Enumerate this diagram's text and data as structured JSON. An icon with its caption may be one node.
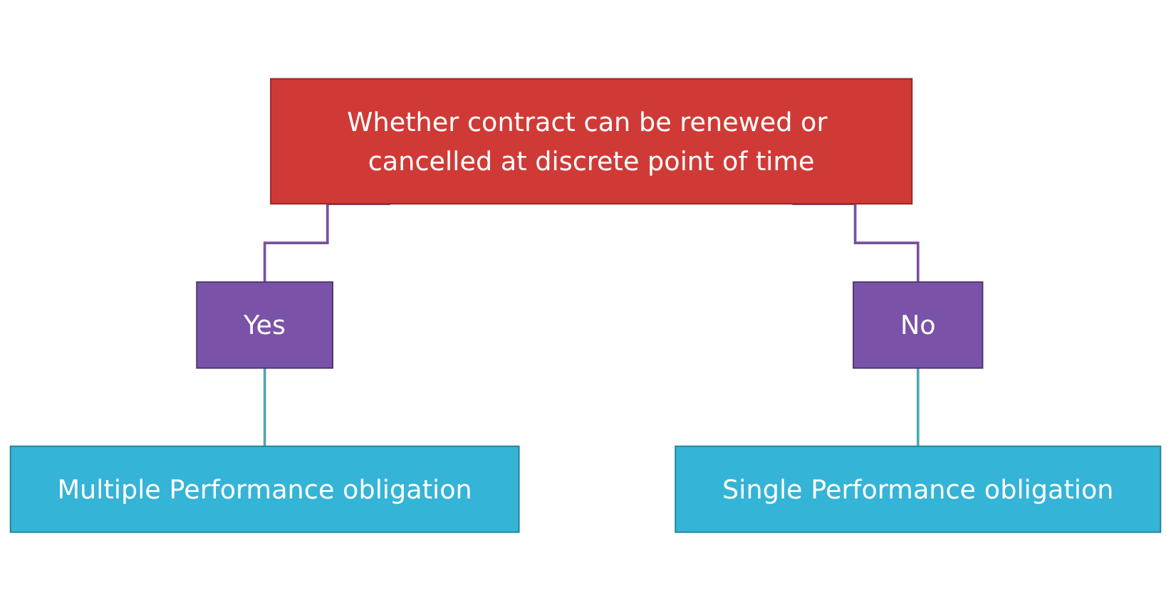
{
  "diagram": {
    "nodes": [
      {
        "text": [
          "Whether contract can be renewed or cancelled at discrete point of time"
        ]
      },
      {
        "text": [
          "Yes"
        ]
      },
      {
        "text": [
          "No"
        ]
      },
      {
        "text": [
          "Multiple Performance obligation"
        ]
      },
      {
        "text": [
          "Single Performance obligation"
        ]
      }
    ],
    "edges": [
      {
        "from": 0,
        "to": 1,
        "arrow": "none",
        "color": "#7b4f9e"
      },
      {
        "from": 0,
        "to": 2,
        "arrow": "none",
        "color": "#7b4f9e"
      },
      {
        "from": 1,
        "to": 3,
        "arrow": "none",
        "color": "#4fa6b0"
      },
      {
        "from": 2,
        "to": 4,
        "arrow": "none",
        "color": "#4fa6b0"
      }
    ]
  }
}
